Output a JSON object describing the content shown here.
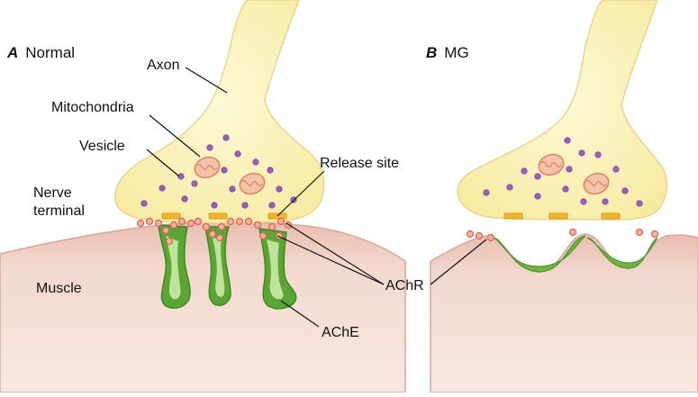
{
  "panels": {
    "a": {
      "letter": "A",
      "title": "Normal"
    },
    "b": {
      "letter": "B",
      "title": "MG"
    }
  },
  "labels": {
    "axon": "Axon",
    "mitochondria": "Mitochondria",
    "vesicle": "Vesicle",
    "nerve_terminal_line1": "Nerve",
    "nerve_terminal_line2": "terminal",
    "release_site": "Release site",
    "muscle": "Muscle",
    "achr": "AChR",
    "ache": "AChE"
  },
  "colors": {
    "nerve_fill": "#fbf3b8",
    "nerve_edge": "#e8d98a",
    "muscle_fill": "#f1d2c6",
    "muscle_edge": "#d9a99a",
    "fold_green": "#7cc24a",
    "fold_dark": "#4f9a2e",
    "receptor": "#e86a5a",
    "receptor_fill": "#f6b3a6",
    "vesicle": "#9a5cc0",
    "release_site": "#f0b428",
    "mitochondria": "#e58a6e"
  }
}
